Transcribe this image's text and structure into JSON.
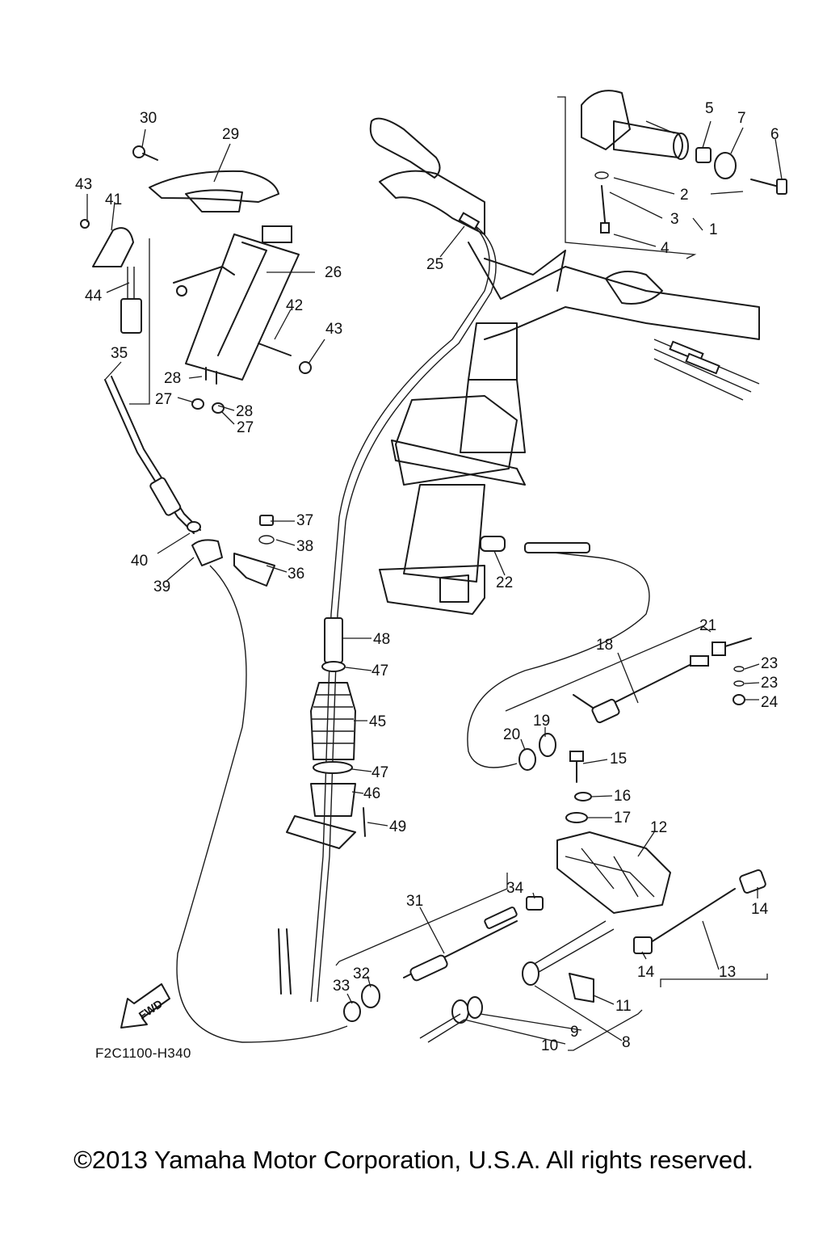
{
  "diagram": {
    "drawing_code": "F2C1100-H340",
    "fwd_label": "FWD",
    "copyright": "©2013 Yamaha Motor Corporation, U.S.A. All rights reserved.",
    "callouts": [
      "1",
      "2",
      "3",
      "4",
      "5",
      "6",
      "7",
      "8",
      "9",
      "10",
      "11",
      "12",
      "13",
      "14",
      "14",
      "15",
      "16",
      "17",
      "18",
      "19",
      "20",
      "21",
      "22",
      "23",
      "23",
      "24",
      "25",
      "26",
      "27",
      "27",
      "28",
      "28",
      "29",
      "30",
      "31",
      "32",
      "33",
      "34",
      "35",
      "36",
      "37",
      "38",
      "39",
      "40",
      "41",
      "42",
      "43",
      "43",
      "44",
      "45",
      "46",
      "47",
      "47",
      "48",
      "49"
    ]
  }
}
